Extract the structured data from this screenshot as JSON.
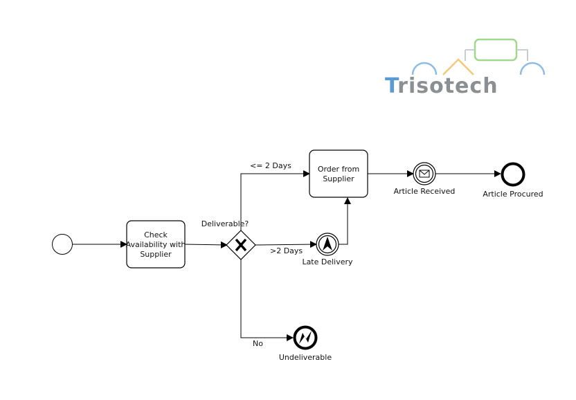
{
  "logo": {
    "text_first": "T",
    "text_rest": "risotech",
    "colors": {
      "first_letter": "#5b9bd5",
      "rest": "#8a8f94",
      "box": "#9fd88a",
      "arc_left": "#8dbbe6",
      "roof": "#f5c97a",
      "arc_right": "#8dbbe6",
      "connector": "#c8cdd2"
    }
  },
  "diagram": {
    "tasks": {
      "check": [
        "Check",
        "Availability with",
        "Supplier"
      ],
      "order": [
        "Order from",
        "Supplier"
      ]
    },
    "gateway_label": "Deliverable?",
    "flows": {
      "le_2_days": "<= 2 Days",
      "gt_2_days": ">2 Days",
      "no": "No"
    },
    "events": {
      "article_received": "Article Received",
      "late_delivery": "Late Delivery",
      "article_procured": "Article Procured",
      "undeliverable": "Undeliverable"
    }
  }
}
